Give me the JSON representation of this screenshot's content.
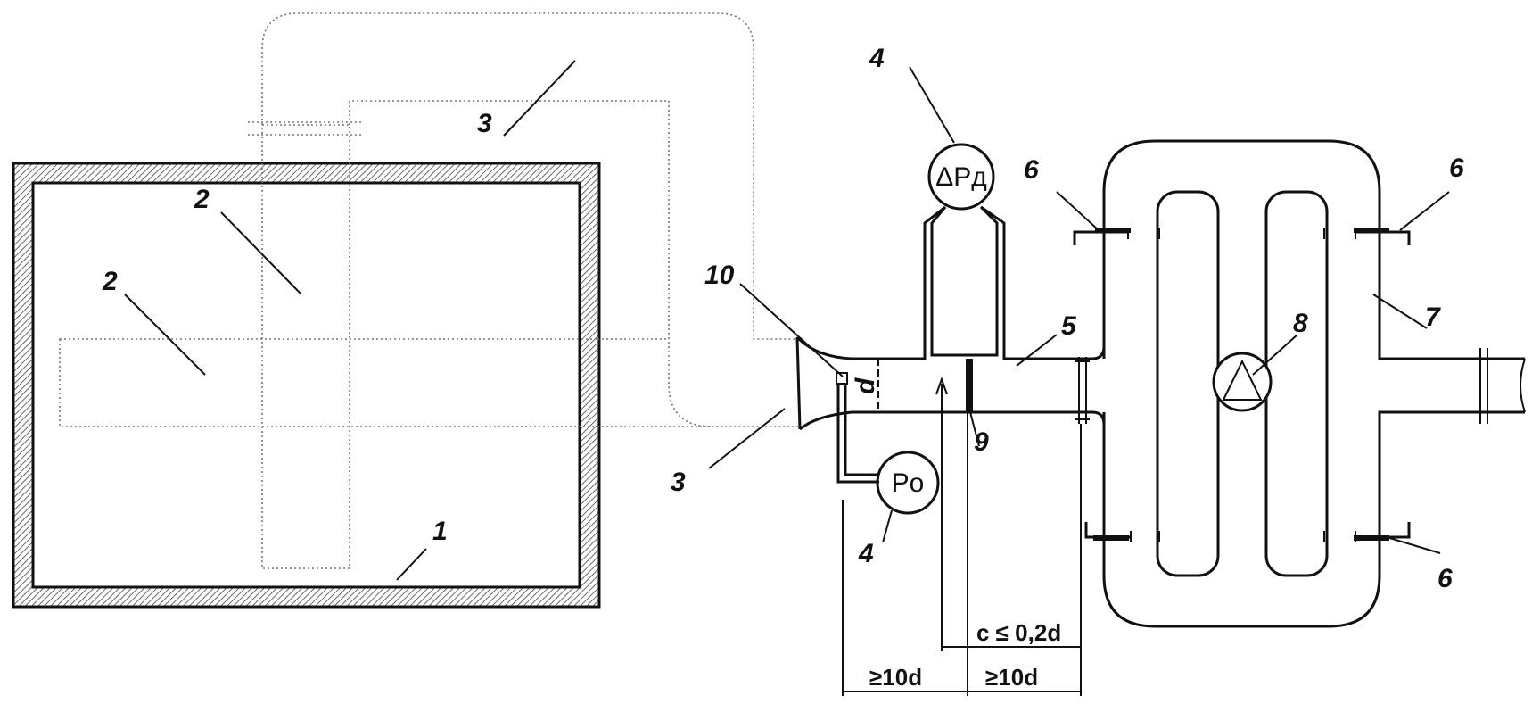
{
  "labels": {
    "n1": "1",
    "n2a": "2",
    "n2b": "2",
    "n3a": "3",
    "n3b": "3",
    "n4a": "4",
    "n4b": "4",
    "n5": "5",
    "n6a": "6",
    "n6b": "6",
    "n6c": "6",
    "n7": "7",
    "n8": "8",
    "n9": "9",
    "n10": "10",
    "d": "d"
  },
  "instruments": {
    "dp_gauge": "ΔPд",
    "p0_gauge": "Po"
  },
  "dimensions": {
    "clearance": "c ≤ 0,2d",
    "upstream": "≥10d",
    "downstream": "≥10d"
  }
}
